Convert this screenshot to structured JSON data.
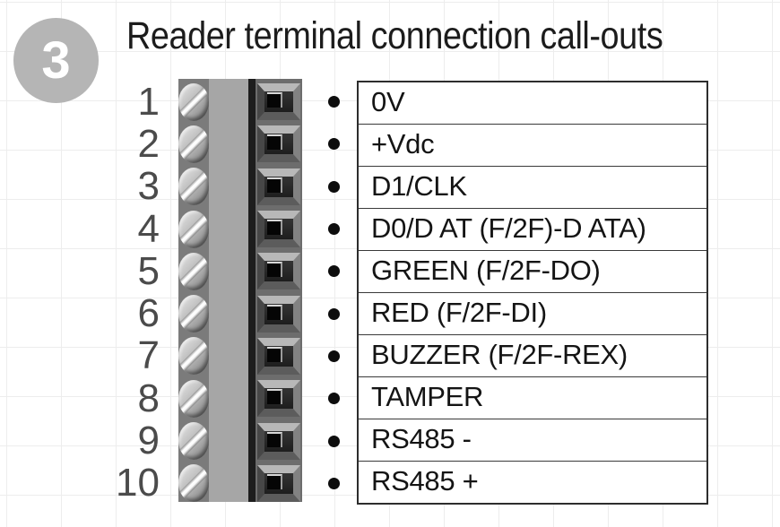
{
  "badge": {
    "number": "3"
  },
  "title": "Reader terminal connection call-outs",
  "bullet": "•",
  "colors": {
    "badge_bg": "#b5b5b5",
    "grid_line": "#ededed",
    "table_border": "#2d2d2d",
    "pin_number_text": "#4b4b4b",
    "connector_left_col": "#7b7b7b",
    "connector_mid_col": "#a6a6a6",
    "connector_stripe": "#1d1d1d",
    "connector_slot_col": "#6d6d6d"
  },
  "rows": [
    {
      "pin": "1",
      "label": "0V"
    },
    {
      "pin": "2",
      "label": "+Vdc"
    },
    {
      "pin": "3",
      "label": "D1/CLK"
    },
    {
      "pin": "4",
      "label": "D0/D AT (F/2F)-D ATA)"
    },
    {
      "pin": "5",
      "label": "GREEN (F/2F-DO)"
    },
    {
      "pin": "6",
      "label": "RED (F/2F-DI)"
    },
    {
      "pin": "7",
      "label": "BUZZER (F/2F-REX)"
    },
    {
      "pin": "8",
      "label": "TAMPER"
    },
    {
      "pin": "9",
      "label": "RS485 -"
    },
    {
      "pin": "10",
      "label": "RS485 +"
    }
  ]
}
